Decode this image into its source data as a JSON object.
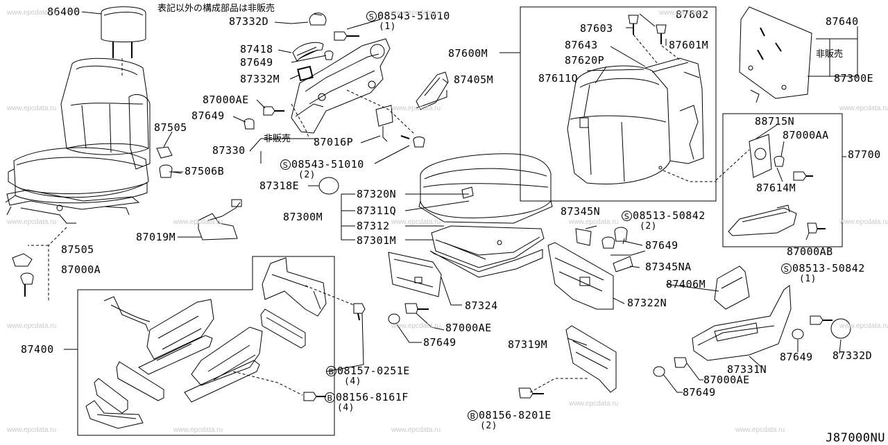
{
  "diagram_code": "J87000NU",
  "notes": {
    "header_note": "表記以外の構成部品は非販売",
    "not_for_sale": "非販売"
  },
  "watermark": "www.epcdata.ru",
  "parts": [
    {
      "id": "p86400",
      "label": "86400"
    },
    {
      "id": "p87332D_t",
      "label": "87332D"
    },
    {
      "id": "p08543_t",
      "label": "08543-51010",
      "prefix": "S",
      "qty": "(1)"
    },
    {
      "id": "p87602",
      "label": "87602"
    },
    {
      "id": "p87640",
      "label": "87640"
    },
    {
      "id": "p87603",
      "label": "87603"
    },
    {
      "id": "p87418",
      "label": "87418"
    },
    {
      "id": "p87643",
      "label": "87643"
    },
    {
      "id": "p87601M",
      "label": "87601M"
    },
    {
      "id": "p87649_a",
      "label": "87649"
    },
    {
      "id": "p87600M",
      "label": "87600M"
    },
    {
      "id": "p87620P",
      "label": "87620P"
    },
    {
      "id": "p87332M",
      "label": "87332M"
    },
    {
      "id": "p87405M",
      "label": "87405M"
    },
    {
      "id": "p87611Q",
      "label": "87611Q"
    },
    {
      "id": "p87300E",
      "label": "87300E"
    },
    {
      "id": "p87000AE_a",
      "label": "87000AE"
    },
    {
      "id": "p87649_b",
      "label": "87649"
    },
    {
      "id": "p88715N",
      "label": "88715N"
    },
    {
      "id": "p87505_a",
      "label": "87505"
    },
    {
      "id": "p87000AA",
      "label": "87000AA"
    },
    {
      "id": "p87016P",
      "label": "87016P"
    },
    {
      "id": "p87330",
      "label": "87330"
    },
    {
      "id": "p87700",
      "label": "87700"
    },
    {
      "id": "p08543_b",
      "label": "08543-51010",
      "prefix": "S",
      "qty": "(2)"
    },
    {
      "id": "p87506B",
      "label": "87506B"
    },
    {
      "id": "p87614M",
      "label": "87614M"
    },
    {
      "id": "p87318E",
      "label": "87318E"
    },
    {
      "id": "p87320N",
      "label": "87320N"
    },
    {
      "id": "p87311Q",
      "label": "87311Q"
    },
    {
      "id": "p87300M",
      "label": "87300M"
    },
    {
      "id": "p87345N",
      "label": "87345N"
    },
    {
      "id": "p08513_a",
      "label": "08513-50842",
      "prefix": "S",
      "qty": "(2)"
    },
    {
      "id": "p87312",
      "label": "87312"
    },
    {
      "id": "p87019M",
      "label": "87019M"
    },
    {
      "id": "p87000AB",
      "label": "87000AB"
    },
    {
      "id": "p87301M",
      "label": "87301M"
    },
    {
      "id": "p87649_c",
      "label": "87649"
    },
    {
      "id": "p87505_b",
      "label": "87505"
    },
    {
      "id": "p87345NA",
      "label": "87345NA"
    },
    {
      "id": "p08513_b",
      "label": "08513-50842",
      "prefix": "S",
      "qty": "(1)"
    },
    {
      "id": "p87000A",
      "label": "87000A"
    },
    {
      "id": "p87406M",
      "label": "87406M"
    },
    {
      "id": "p87322N",
      "label": "87322N"
    },
    {
      "id": "p87324",
      "label": "87324"
    },
    {
      "id": "p87400",
      "label": "87400"
    },
    {
      "id": "p87000AE_b",
      "label": "87000AE"
    },
    {
      "id": "p87649_d",
      "label": "87649"
    },
    {
      "id": "p87319M",
      "label": "87319M"
    },
    {
      "id": "p87649_e",
      "label": "87649"
    },
    {
      "id": "p87332D_b",
      "label": "87332D"
    },
    {
      "id": "p87331N",
      "label": "87331N"
    },
    {
      "id": "p08157",
      "label": "08157-0251E",
      "prefix": "B",
      "qty": "(4)"
    },
    {
      "id": "p87000AE_c",
      "label": "87000AE"
    },
    {
      "id": "p87649_f",
      "label": "87649"
    },
    {
      "id": "p08156_a",
      "label": "08156-8161F",
      "prefix": "B",
      "qty": "(4)"
    },
    {
      "id": "p08156_b",
      "label": "08156-8201E",
      "prefix": "B",
      "qty": "(2)"
    }
  ]
}
